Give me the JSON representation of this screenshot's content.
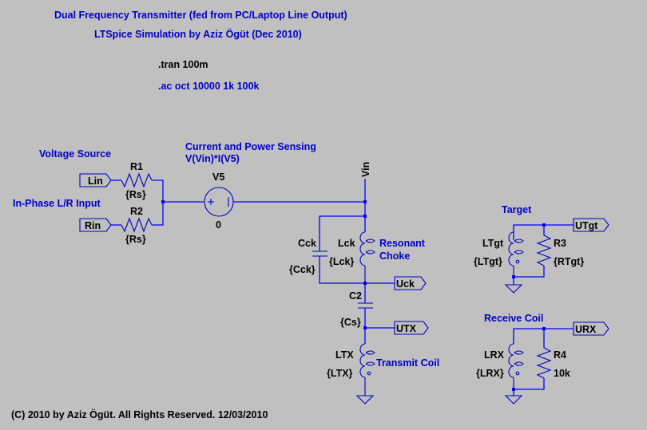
{
  "header": {
    "title": "Dual Frequency Transmitter (fed from PC/Laptop Line Output)",
    "subtitle": "LTSpice Simulation by Aziz Ögüt (Dec 2010)"
  },
  "directives": {
    "tran": ".tran 100m",
    "ac": ".ac oct 10000 1k 100k"
  },
  "comments": {
    "voltage_source": "Voltage Source",
    "inphase_input": "In-Phase L/R Input",
    "sensing_line1": "Current and Power Sensing",
    "sensing_line2": "V(Vin)*I(V5)",
    "resonant_line1": "Resonant",
    "resonant_line2": "Choke",
    "transmit_coil": "Transmit Coil",
    "target": "Target",
    "receive_coil": "Receive Coil"
  },
  "ports": {
    "lin": "Lin",
    "rin": "Rin",
    "uck": "Uck",
    "utx": "UTX",
    "utgt": "UTgt",
    "urx": "URX"
  },
  "net_labels": {
    "vin": "Vin"
  },
  "components": {
    "r1": {
      "name": "R1",
      "value": "{Rs}"
    },
    "r2": {
      "name": "R2",
      "value": "{Rs}"
    },
    "v5": {
      "name": "V5",
      "value": "0"
    },
    "cck": {
      "name": "Cck",
      "value": "{Cck}"
    },
    "lck": {
      "name": "Lck",
      "value": "{Lck}"
    },
    "c2": {
      "name": "C2",
      "value": "{Cs}"
    },
    "ltx": {
      "name": "LTX",
      "value": "{LTX}"
    },
    "ltgt": {
      "name": "LTgt",
      "value": "{LTgt}"
    },
    "r3": {
      "name": "R3",
      "value": "{RTgt}"
    },
    "lrx": {
      "name": "LRX",
      "value": "{LRX}"
    },
    "r4": {
      "name": "R4",
      "value": "10k"
    }
  },
  "footer": {
    "copyright": "(C) 2010 by Aziz Ögüt. All Rights Reserved. 12/03/2010"
  }
}
